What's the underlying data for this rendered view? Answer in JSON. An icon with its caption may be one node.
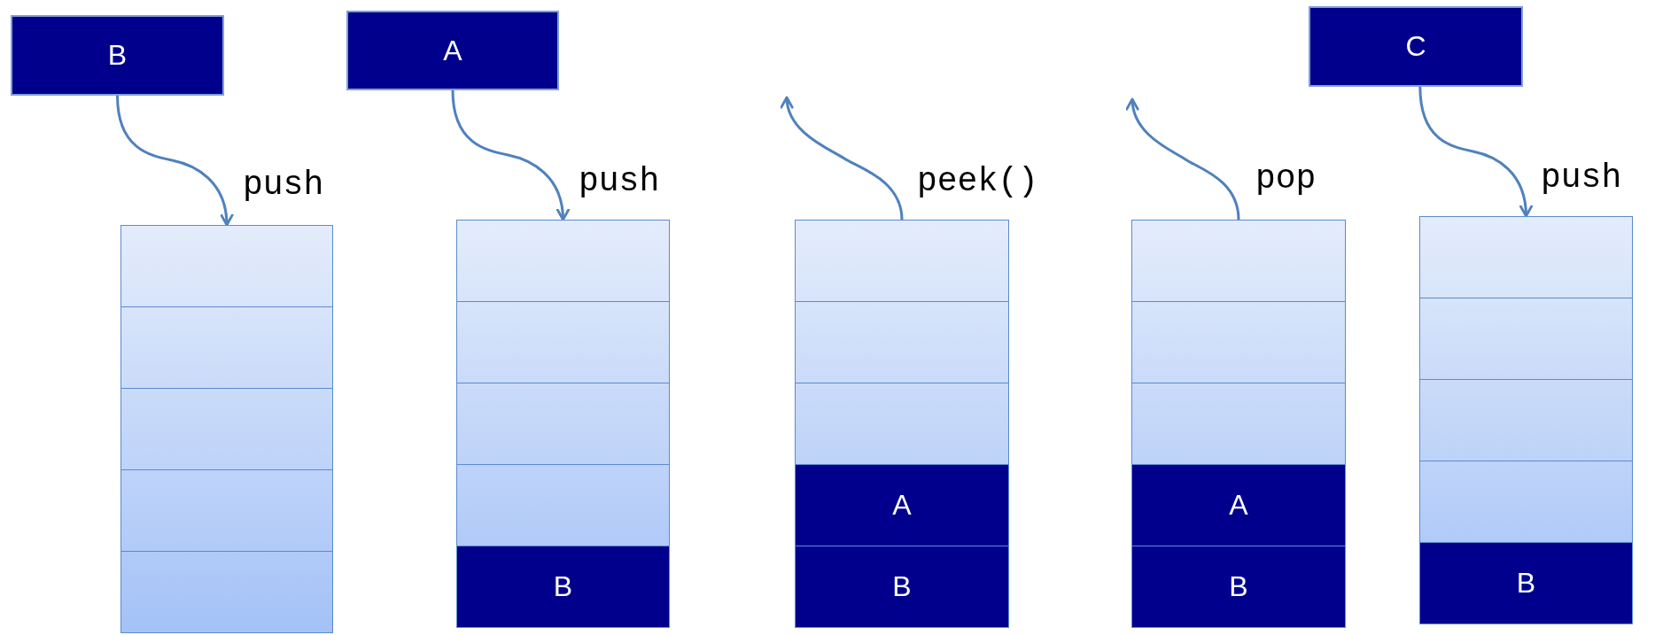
{
  "diagram": {
    "nodes": [
      {
        "text": [
          "B"
        ]
      },
      {
        "text": [
          "A"
        ]
      },
      {
        "text": [
          "C"
        ]
      },
      {
        "text": [],
        "shape": "box"
      },
      {
        "text": [],
        "shape": "box"
      },
      {
        "text": [],
        "shape": "box"
      },
      {
        "text": [],
        "shape": "box"
      },
      {
        "text": [],
        "shape": "box"
      },
      {
        "text": [],
        "shape": "box"
      },
      {
        "text": [],
        "shape": "box"
      },
      {
        "text": [],
        "shape": "box"
      },
      {
        "text": [],
        "shape": "box"
      },
      {
        "text": [
          "B"
        ]
      },
      {
        "text": [],
        "shape": "box"
      },
      {
        "text": [],
        "shape": "box"
      },
      {
        "text": [],
        "shape": "box"
      },
      {
        "text": [
          "A"
        ]
      },
      {
        "text": [
          "B"
        ]
      },
      {
        "text": [],
        "shape": "box"
      },
      {
        "text": [],
        "shape": "box"
      },
      {
        "text": [],
        "shape": "box"
      },
      {
        "text": [
          "A"
        ]
      },
      {
        "text": [
          "B"
        ]
      },
      {
        "text": [],
        "shape": "box"
      },
      {
        "text": [],
        "shape": "box"
      },
      {
        "text": [],
        "shape": "box"
      },
      {
        "text": [],
        "shape": "box"
      },
      {
        "text": [
          "B"
        ]
      }
    ],
    "edges": [
      {
        "from": 0,
        "to": 3,
        "arrow": "to",
        "label": "push"
      },
      {
        "from": 1,
        "to": 8,
        "arrow": "to",
        "label": "push"
      },
      {
        "from": 13,
        "to": null,
        "arrow": "to",
        "label": "peek()"
      },
      {
        "from": 18,
        "to": null,
        "arrow": "to",
        "label": "pop"
      },
      {
        "from": 2,
        "to": 23,
        "arrow": "to",
        "label": "push"
      }
    ]
  }
}
